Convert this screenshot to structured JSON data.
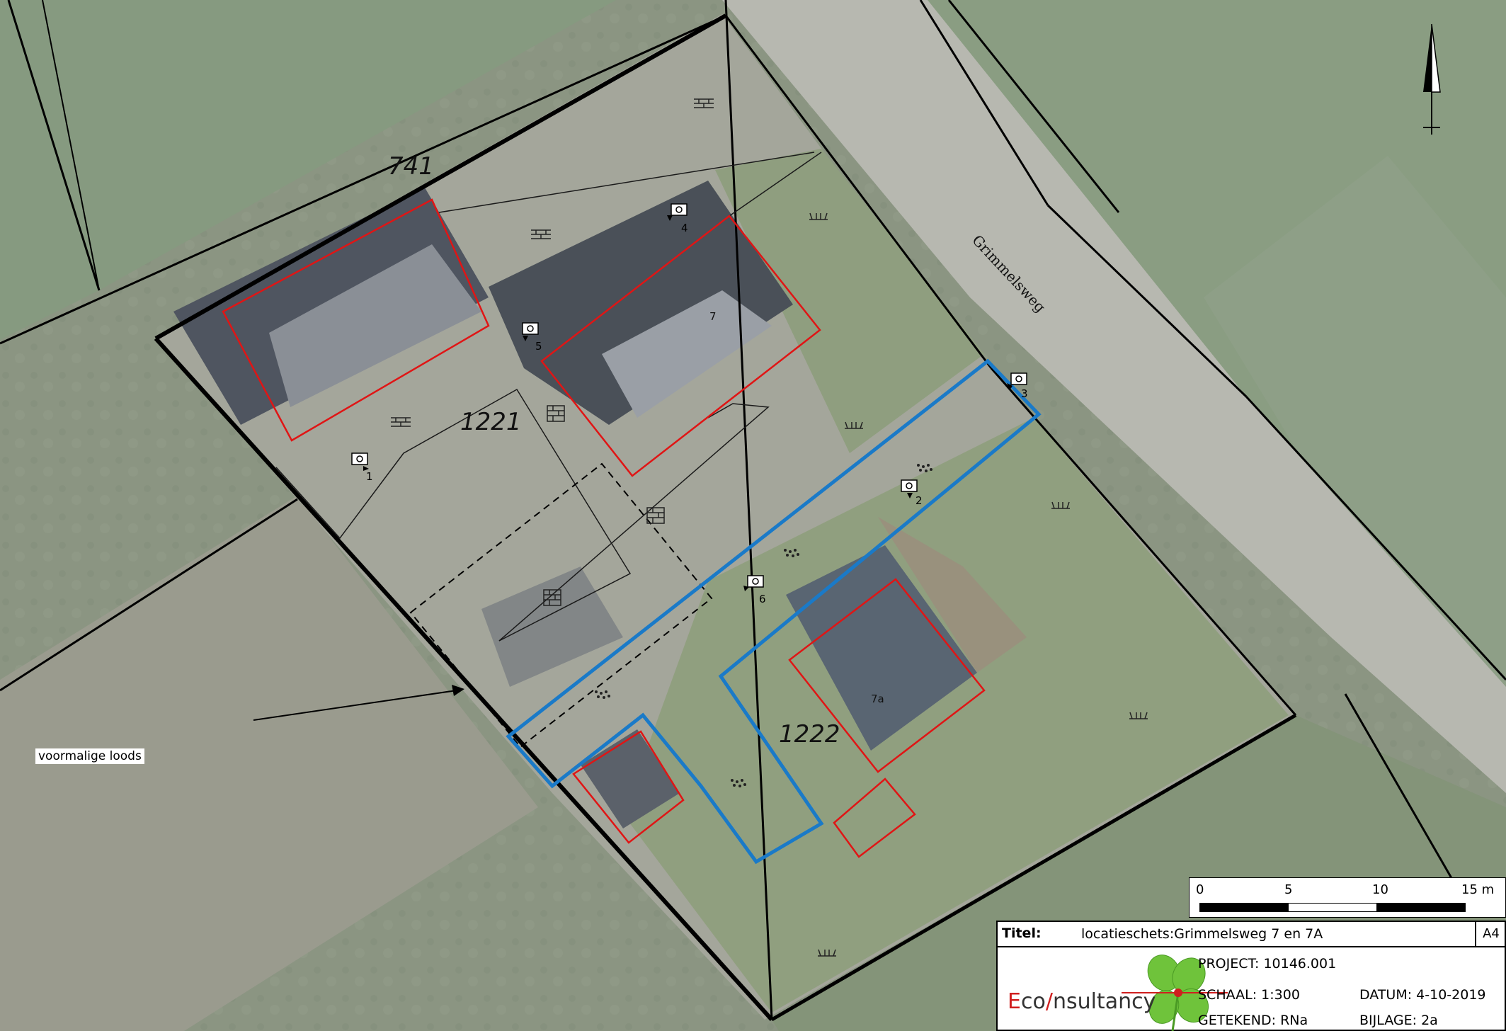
{
  "map": {
    "parcels": [
      {
        "id": "741",
        "label": "741"
      },
      {
        "id": "1221",
        "label": "1221"
      },
      {
        "id": "1222",
        "label": "1222"
      }
    ],
    "street": {
      "name": "Grimmelsweg"
    },
    "houses": [
      {
        "id": "h7",
        "label": "7"
      },
      {
        "id": "h7a",
        "label": "7a"
      }
    ],
    "photo_points": [
      "1",
      "2",
      "3",
      "4",
      "5",
      "6"
    ],
    "annotation": {
      "text": "voormalige loods"
    },
    "colors": {
      "existing_building": "#e01515",
      "investigation_area": "#1a7ac8",
      "cadastral_line": "#000000",
      "grass": "#8a9a7c",
      "road": "#b8b9b3"
    },
    "icons": [
      "north-arrow-icon",
      "camera-icon",
      "brick-pavement-icon",
      "grass-icon",
      "gravel-icon"
    ]
  },
  "scalebar": {
    "ticks": [
      "0",
      "5",
      "10",
      "15 m"
    ]
  },
  "titleblock": {
    "titel_label": "Titel:",
    "title": "locatieschets:Grimmelsweg 7 en 7A",
    "paper": "A4",
    "project": "PROJECT: 10146.001",
    "schaal": "SCHAAL: 1:300",
    "getekend": "GETEKEND: RNa",
    "datum": "DATUM: 4-10-2019",
    "bijlage": "BIJLAGE: 2a",
    "logo": {
      "e": "E",
      "co": "co",
      "rest": "nsultancy"
    }
  }
}
